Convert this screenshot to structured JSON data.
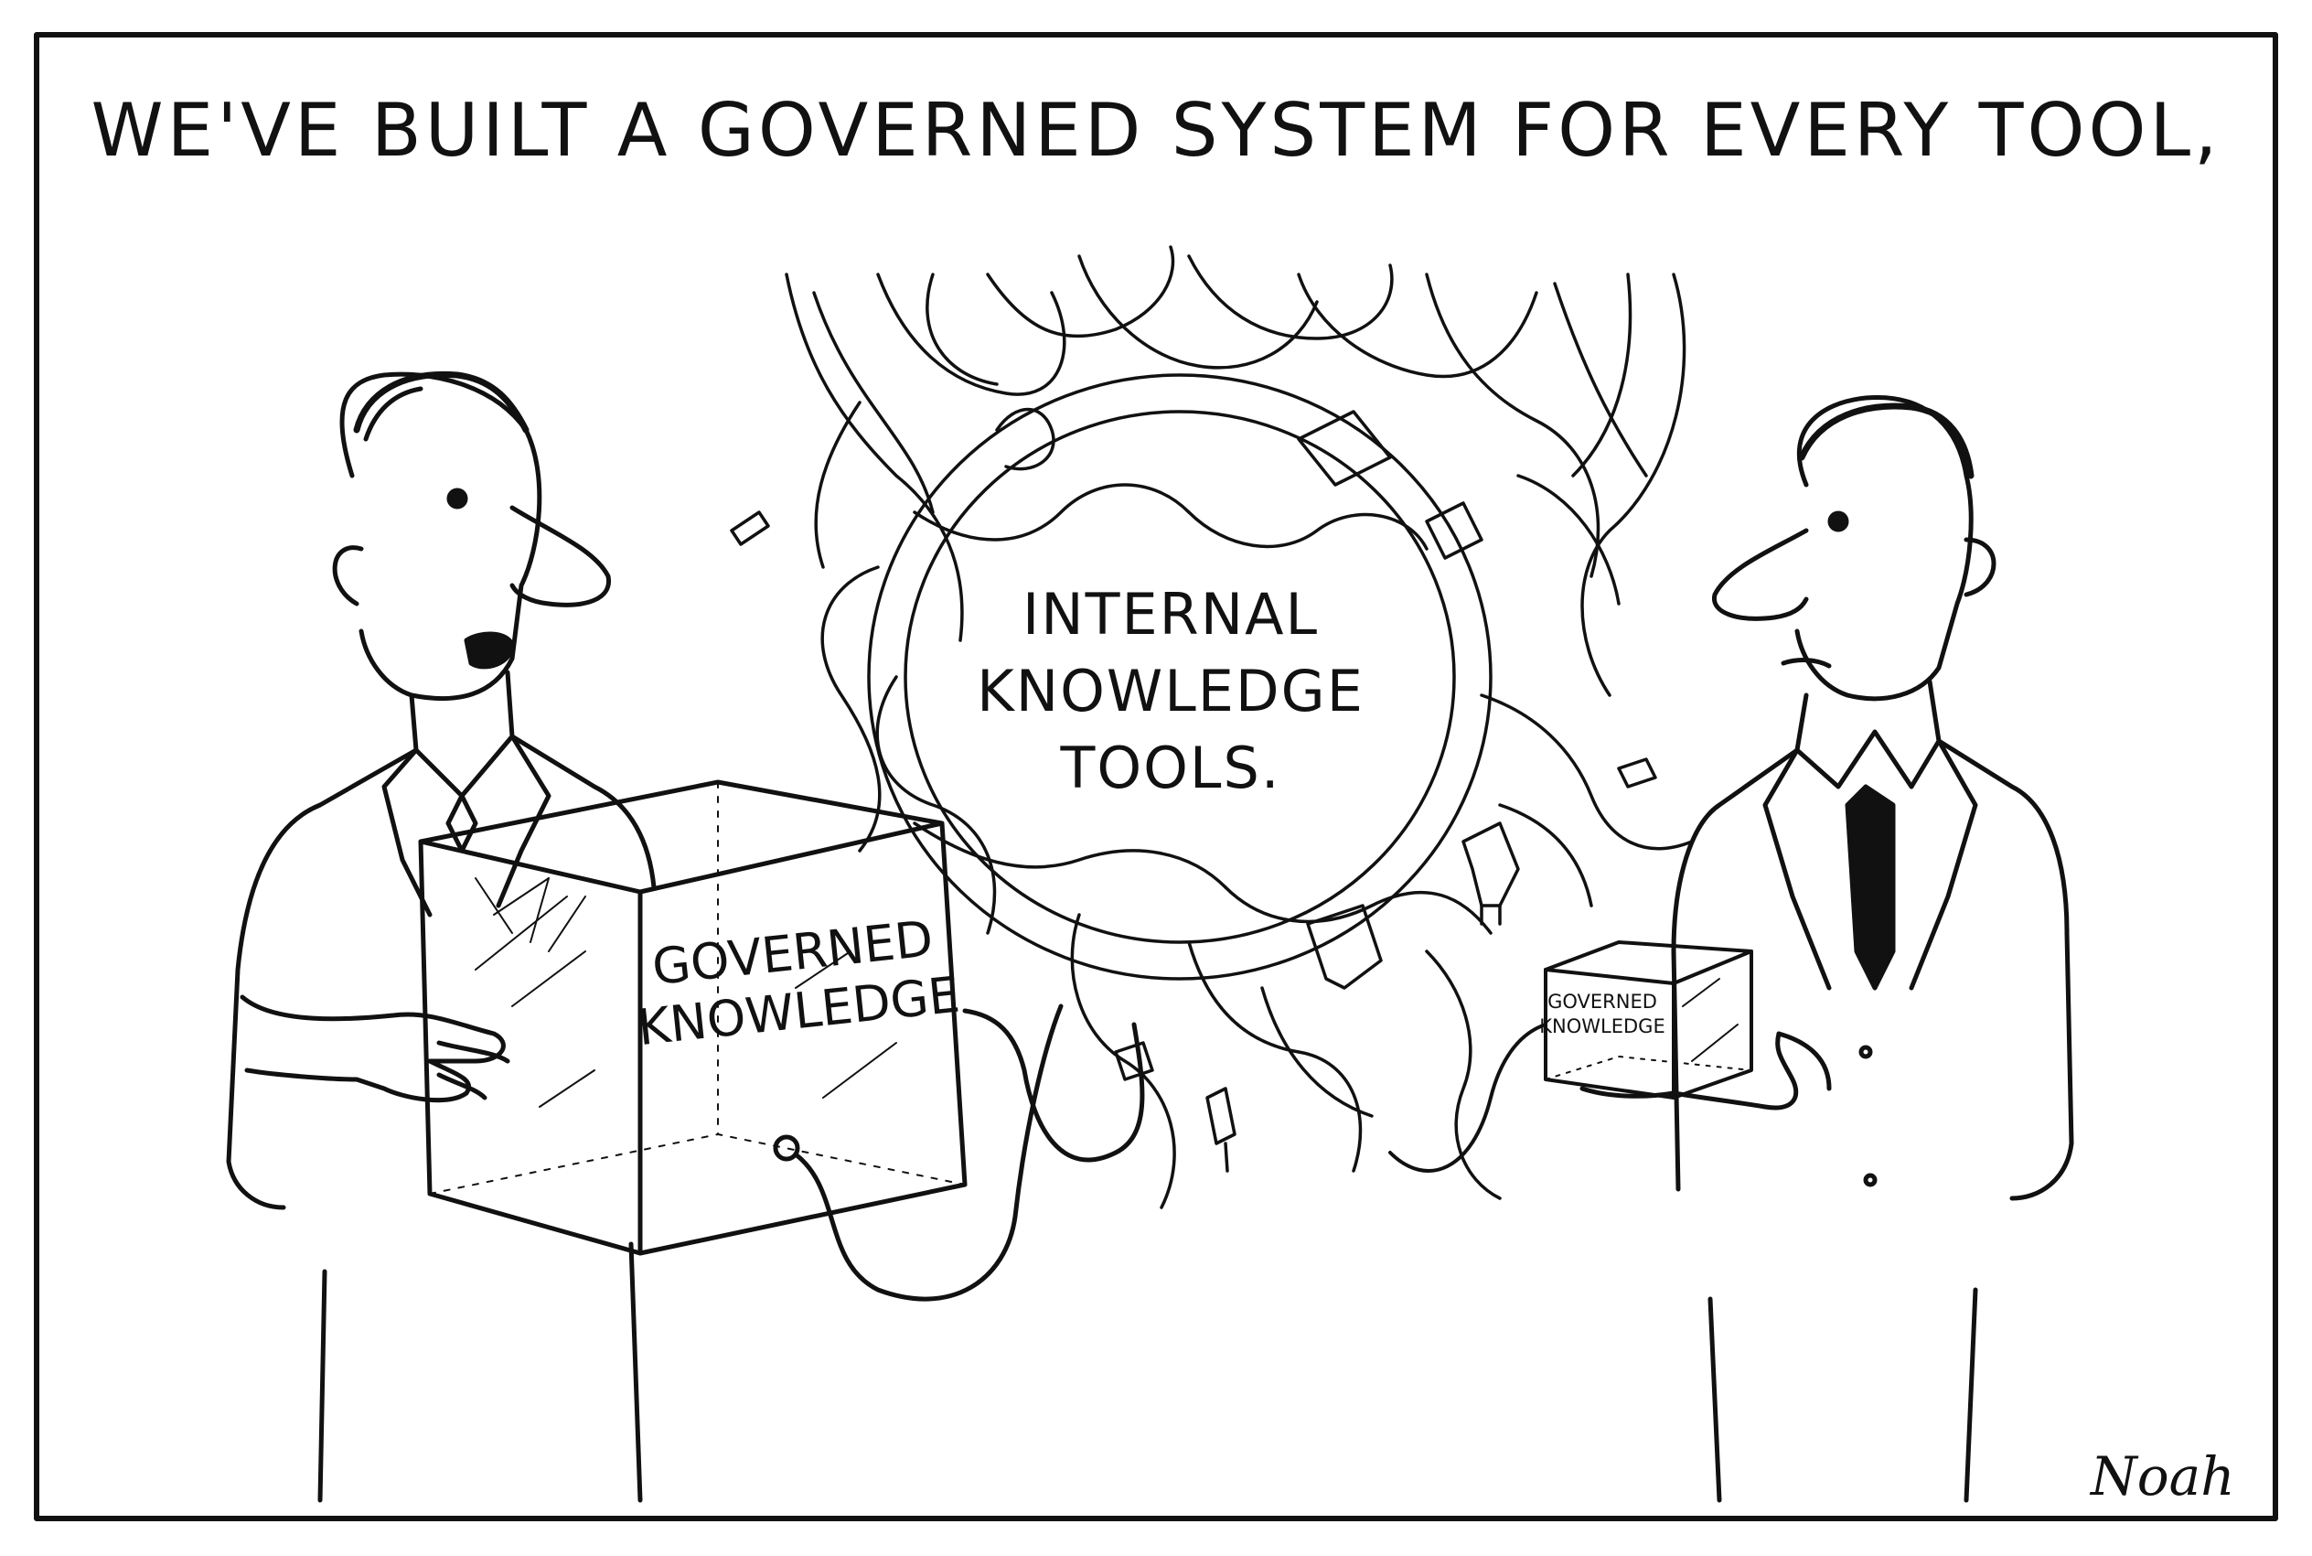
{
  "cartoon": {
    "caption": "WE'VE BUILT A GOVERNED SYSTEM FOR EVERY TOOL,",
    "knot_label_lines": [
      "INTERNAL",
      "KNOWLEDGE",
      "TOOLS."
    ],
    "big_box_label_lines": [
      "GOVERNED",
      "KNOWLEDGE"
    ],
    "small_box_label_lines": [
      "GOVERNED",
      "KNOWLEDGE"
    ],
    "signature": "Noah"
  }
}
